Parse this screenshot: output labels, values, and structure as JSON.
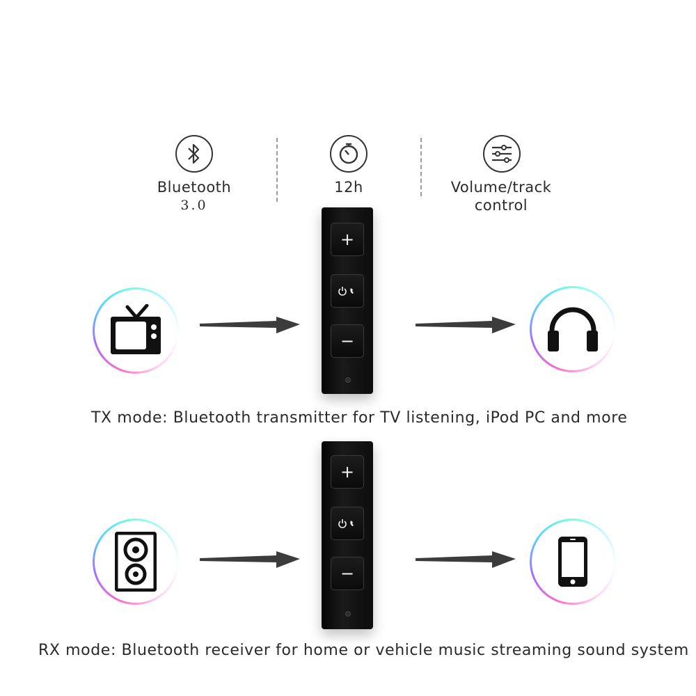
{
  "features": [
    {
      "icon": "bluetooth-icon",
      "label": "Bluetooth",
      "sublabel": "3.0"
    },
    {
      "icon": "timer-icon",
      "label": "12h",
      "sublabel": ""
    },
    {
      "icon": "sliders-icon",
      "label": "Volume/track",
      "sublabel": "control"
    }
  ],
  "device": {
    "plus_label": "+",
    "minus_label": "−"
  },
  "tx": {
    "source_icon": "tv-icon",
    "sink_icon": "headphones-icon",
    "caption": "TX mode: Bluetooth transmitter for TV listening, iPod PC and more"
  },
  "rx": {
    "source_icon": "speaker-icon",
    "sink_icon": "phone-icon",
    "caption": "RX mode: Bluetooth receiver for home or vehicle music streaming sound system"
  }
}
